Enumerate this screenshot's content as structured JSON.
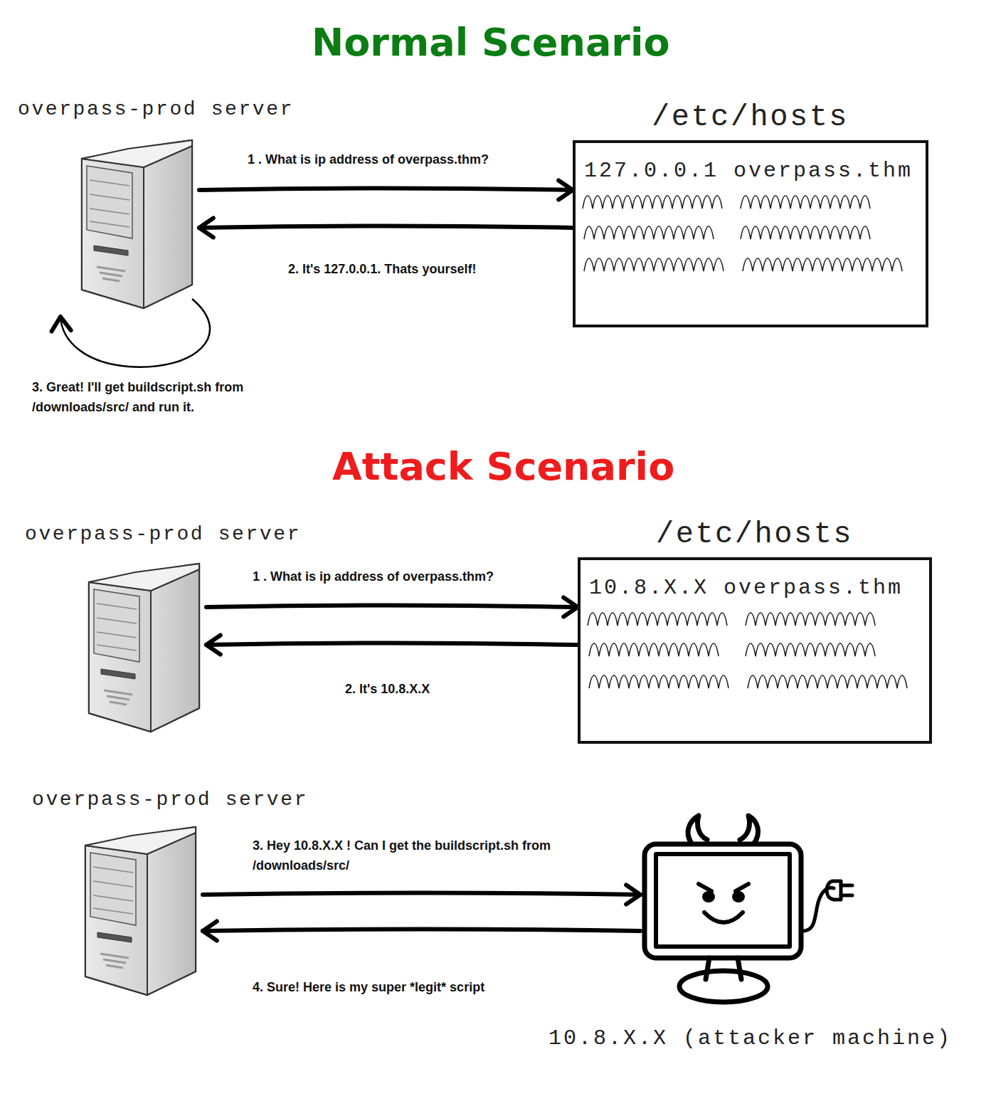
{
  "diagram": {
    "nodes": [
      {
        "text": [
          "overpass-prod server"
        ]
      },
      {
        "text": [
          "/etc/hosts",
          "127.0.0.1 overpass.thm"
        ]
      },
      {
        "text": [
          "overpass-prod server"
        ]
      },
      {
        "text": [
          "/etc/hosts",
          "10.8.X.X overpass.thm"
        ]
      },
      {
        "text": [
          "overpass-prod server"
        ]
      },
      {
        "text": [
          "10.8.X.X (attacker machine)"
        ]
      }
    ],
    "edges": [
      {
        "from": 0,
        "to": 1,
        "arrow": "to",
        "label": "1 . What is ip address of overpass.thm?"
      },
      {
        "from": 1,
        "to": 0,
        "arrow": "to",
        "label": "2. It's 127.0.0.1. Thats yourself!"
      },
      {
        "from": 0,
        "to": 0,
        "arrow": "to",
        "label": "3. Great! I'll get buildscript.sh from /downloads/src/ and run it."
      },
      {
        "from": 2,
        "to": 3,
        "arrow": "to",
        "label": "1 . What is ip address of overpass.thm?"
      },
      {
        "from": 3,
        "to": 2,
        "arrow": "to",
        "label": "2. It's 10.8.X.X"
      },
      {
        "from": 4,
        "to": 5,
        "arrow": "to",
        "label": "3. Hey 10.8.X.X ! Can I get the buildscript.sh from /downloads/src/"
      },
      {
        "from": 5,
        "to": 4,
        "arrow": "to",
        "label": "4. Sure! Here is my super *legit* script"
      }
    ],
    "labels": [
      "Normal Scenario",
      "Attack Scenario"
    ]
  }
}
